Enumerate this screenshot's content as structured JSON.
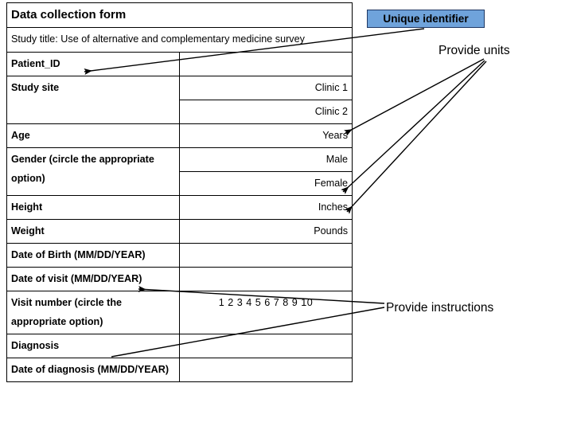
{
  "document": {
    "kind": "annotated-data-collection-form"
  },
  "form": {
    "title": "Data collection form",
    "subtitle": "Study title: Use of alternative and complementary medicine survey",
    "rows": [
      {
        "label": "Patient_ID",
        "value": "",
        "value_align": "right"
      },
      {
        "label": "Study site",
        "value": "Clinic 1",
        "value_align": "right"
      },
      {
        "label": "",
        "value": "Clinic 2",
        "value_align": "right"
      },
      {
        "label": "Age",
        "value": "Years",
        "value_align": "right"
      },
      {
        "label": "Gender (circle the appropriate option)",
        "value": "Male",
        "value_align": "right"
      },
      {
        "label": "",
        "value": "Female",
        "value_align": "right"
      },
      {
        "label": "Height",
        "value": "Inches",
        "value_align": "right"
      },
      {
        "label": "Weight",
        "value": "Pounds",
        "value_align": "right"
      },
      {
        "label": "Date of Birth (MM/DD/YEAR)",
        "value": "",
        "value_align": "right"
      },
      {
        "label": "Date of visit (MM/DD/YEAR)",
        "value": "",
        "value_align": "right"
      },
      {
        "label": "Visit number (circle the appropriate option)",
        "value": "1 2 3 4 5 6 7 8 9 10",
        "value_align": "center"
      },
      {
        "label": "Diagnosis",
        "value": "",
        "value_align": "right"
      },
      {
        "label": "Date of diagnosis (MM/DD/YEAR)",
        "value": "",
        "value_align": "right"
      }
    ]
  },
  "annotations": {
    "unique_identifier": {
      "label": "Unique identifier",
      "fill_color": "#6FA3DB",
      "border_color": "#1F3864",
      "text_color": "#000000"
    },
    "provide_units": {
      "label": "Provide units",
      "text_color": "#000000"
    },
    "provide_instructions": {
      "label": "Provide instructions",
      "text_color": "#000000"
    },
    "leader_line_color": "#000000"
  }
}
